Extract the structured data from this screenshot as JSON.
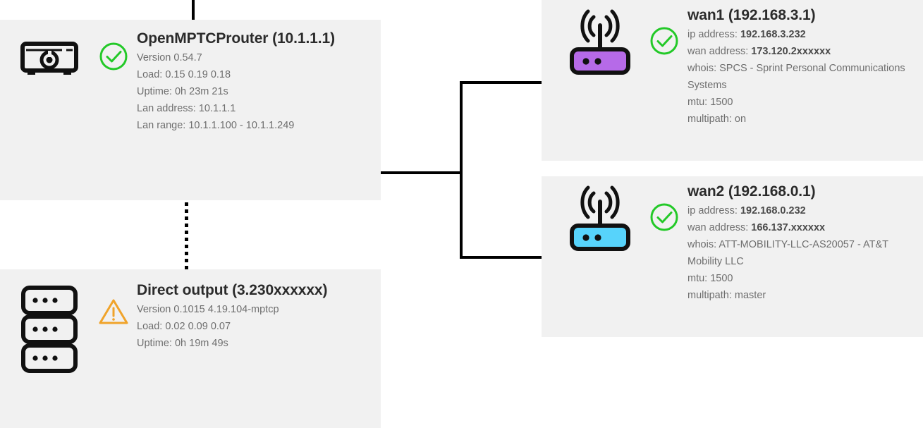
{
  "diagram": {
    "type": "network-topology",
    "background": "#ffffff",
    "card_background": "#f1f1f1",
    "status_ok_color": "#23c928",
    "status_warn_color": "#f0a32a",
    "wan1_device_color": "#b66ae8",
    "wan2_device_color": "#57d3fb",
    "connector_color": "#000000"
  },
  "nodes": {
    "router": {
      "icon": "appliance-router-icon",
      "status": "ok",
      "status_icon": "check-circle-icon",
      "title": "OpenMPTCProuter (10.1.1.1)",
      "lines": [
        {
          "label": "Version 0.54.7",
          "strong": ""
        },
        {
          "label": "Load: 0.15 0.19 0.18",
          "strong": ""
        },
        {
          "label": "Uptime: 0h 23m 21s",
          "strong": ""
        },
        {
          "label": "Lan address: 10.1.1.1",
          "strong": ""
        },
        {
          "label": "Lan range: 10.1.1.100 - 10.1.1.249",
          "strong": ""
        }
      ]
    },
    "direct": {
      "icon": "server-stack-icon",
      "status": "warning",
      "status_icon": "warning-triangle-icon",
      "title": "Direct output (3.230xxxxxx)",
      "lines": [
        {
          "label": "Version 0.1015 4.19.104-mptcp",
          "strong": ""
        },
        {
          "label": "Load: 0.02 0.09 0.07",
          "strong": ""
        },
        {
          "label": "Uptime: 0h 19m 49s",
          "strong": ""
        }
      ]
    },
    "wan1": {
      "icon": "wifi-router-icon",
      "status": "ok",
      "status_icon": "check-circle-icon",
      "title": "wan1 (192.168.3.1)",
      "lines": [
        {
          "label": "ip address: ",
          "strong": "192.168.3.232"
        },
        {
          "label": "wan address: ",
          "strong": "173.120.2xxxxxx"
        },
        {
          "label": "whois: SPCS - Sprint Personal Communications Systems",
          "strong": ""
        },
        {
          "label": "mtu: 1500",
          "strong": ""
        },
        {
          "label": "multipath: on",
          "strong": ""
        }
      ]
    },
    "wan2": {
      "icon": "wifi-router-icon",
      "status": "ok",
      "status_icon": "check-circle-icon",
      "title": "wan2 (192.168.0.1)",
      "lines": [
        {
          "label": "ip address: ",
          "strong": "192.168.0.232"
        },
        {
          "label": "wan address: ",
          "strong": "166.137.xxxxxx"
        },
        {
          "label": "whois: ATT-MOBILITY-LLC-AS20057 - AT&T Mobility LLC",
          "strong": ""
        },
        {
          "label": "mtu: 1500",
          "strong": ""
        },
        {
          "label": "multipath: master",
          "strong": ""
        }
      ]
    }
  }
}
